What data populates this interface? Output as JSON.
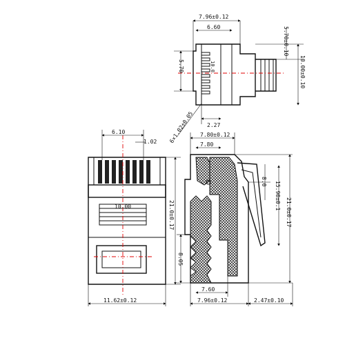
{
  "drawing": {
    "top_view": {
      "dims": {
        "overall_width": "7.96±0.12",
        "inner_width": "6.60",
        "contact_depth": "5.70±0.10",
        "pitch_side": "10.00±0.10",
        "pin_spacing": "5.70",
        "bottom_offset": "2.27",
        "diag_label": "6×1.02±0.05"
      }
    },
    "front_view": {
      "dims": {
        "contact_span": "6.10",
        "contact_pitch": "1.02",
        "body_height": "21.0±0.17",
        "inner_slot": "10.00",
        "overall_width": "11.62±0.12"
      }
    },
    "side_view": {
      "dims": {
        "top_width": "7.80±0.12",
        "inner_top": "7.80",
        "right_height_a": "8.0",
        "right_height_b": "15.90±0.1",
        "total_height": "21.0±0.17",
        "left_height": "8.05",
        "bottom_inner": "7.60",
        "bottom_overall": "7.96±0.12",
        "bottom_extension": "2.47±0.10"
      }
    }
  }
}
